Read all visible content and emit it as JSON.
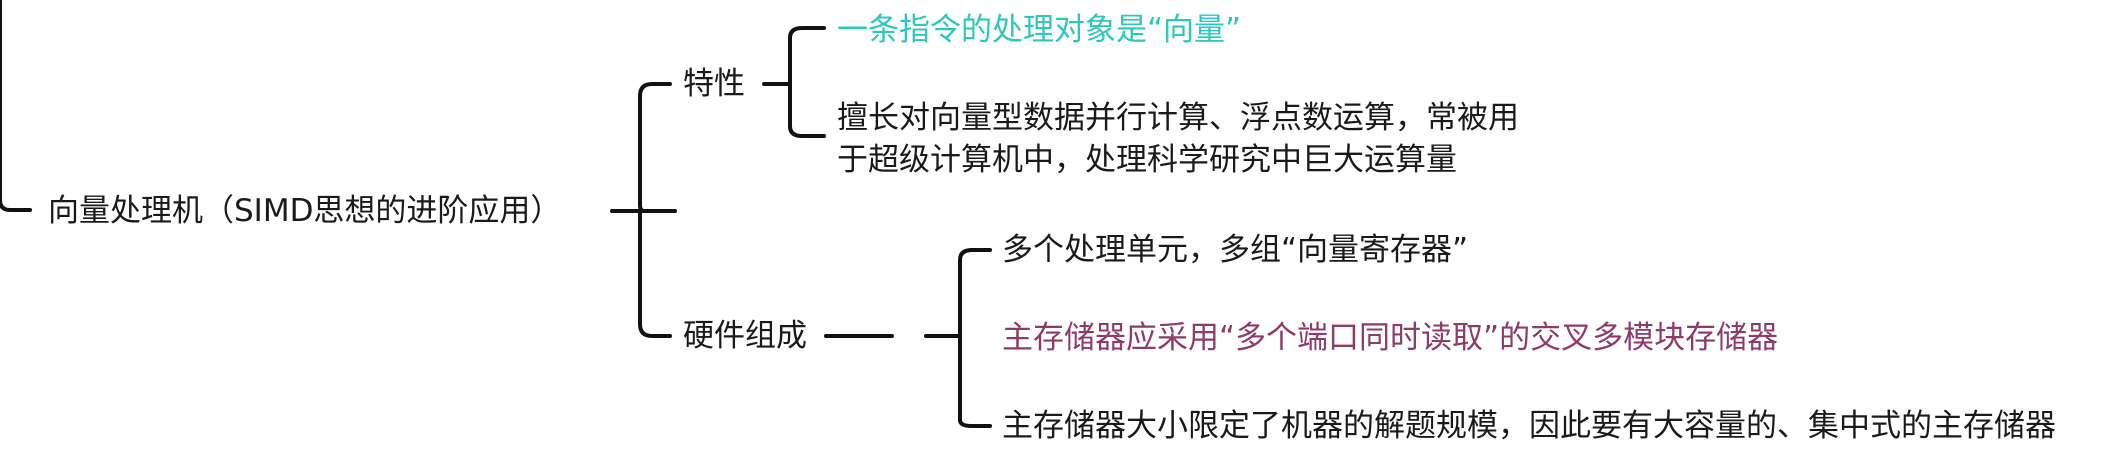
{
  "mindmap": {
    "root": {
      "label": "向量处理机（SIMD思想的进阶应用）"
    },
    "branches": [
      {
        "label": "特性",
        "children": [
          {
            "lines": [
              "一条指令的处理对象是“向量”"
            ],
            "color": "#2ec7c0"
          },
          {
            "lines": [
              "擅长对向量型数据并行计算、浮点数运算，常被用",
              "于超级计算机中，处理科学研究中巨大运算量"
            ],
            "color": "#1a1a1a"
          }
        ]
      },
      {
        "label": "硬件组成",
        "children": [
          {
            "lines": [
              "多个处理单元，多组“向量寄存器”"
            ],
            "color": "#1a1a1a"
          },
          {
            "lines": [
              "主存储器应采用“多个端口同时读取”的交叉多模块存储器"
            ],
            "color": "#8e3b6a"
          },
          {
            "lines": [
              "主存储器大小限定了机器的解题规模，因此要有大容量的、集中式的主存储器"
            ],
            "color": "#1a1a1a"
          }
        ]
      }
    ]
  }
}
